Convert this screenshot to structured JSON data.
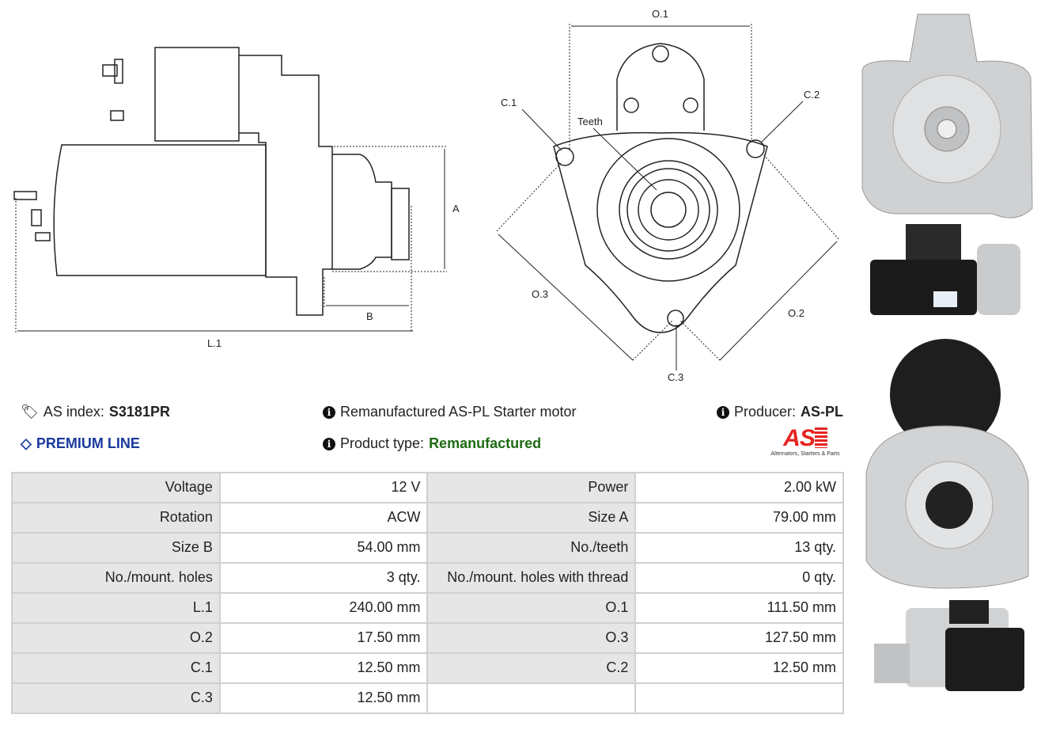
{
  "drawing_labels": {
    "o1": "O.1",
    "o2": "O.2",
    "o3": "O.3",
    "c1": "C.1",
    "c2": "C.2",
    "c3": "C.3",
    "teeth": "Teeth",
    "a": "A",
    "b": "B",
    "l1": "L.1"
  },
  "info": {
    "as_index_label": "AS index:",
    "as_index_value": "S3181PR",
    "premium": "PREMIUM LINE",
    "description": "Remanufactured AS-PL Starter motor",
    "product_type_label": "Product type:",
    "product_type_value": "Remanufactured",
    "producer_label": "Producer:",
    "producer_value": "AS-PL",
    "logo_text": "AS",
    "logo_tagline": "Alternators, Starters & Parts"
  },
  "colors": {
    "premium": "#1a3a9c",
    "remanufactured": "#1e6b14",
    "logo": "#e52421"
  },
  "specs": [
    [
      {
        "k": "Voltage",
        "v": "12 V"
      },
      {
        "k": "Power",
        "v": "2.00 kW"
      }
    ],
    [
      {
        "k": "Rotation",
        "v": "ACW"
      },
      {
        "k": "Size A",
        "v": "79.00 mm"
      }
    ],
    [
      {
        "k": "Size B",
        "v": "54.00 mm"
      },
      {
        "k": "No./teeth",
        "v": "13 qty."
      }
    ],
    [
      {
        "k": "No./mount. holes",
        "v": "3 qty."
      },
      {
        "k": "No./mount. holes with thread",
        "v": "0 qty."
      }
    ],
    [
      {
        "k": "L.1",
        "v": "240.00 mm"
      },
      {
        "k": "O.1",
        "v": "111.50 mm"
      }
    ],
    [
      {
        "k": "O.2",
        "v": "17.50 mm"
      },
      {
        "k": "O.3",
        "v": "127.50 mm"
      }
    ],
    [
      {
        "k": "C.1",
        "v": "12.50 mm"
      },
      {
        "k": "C.2",
        "v": "12.50 mm"
      }
    ],
    [
      {
        "k": "C.3",
        "v": "12.50 mm"
      },
      {
        "k": "",
        "v": ""
      }
    ]
  ]
}
